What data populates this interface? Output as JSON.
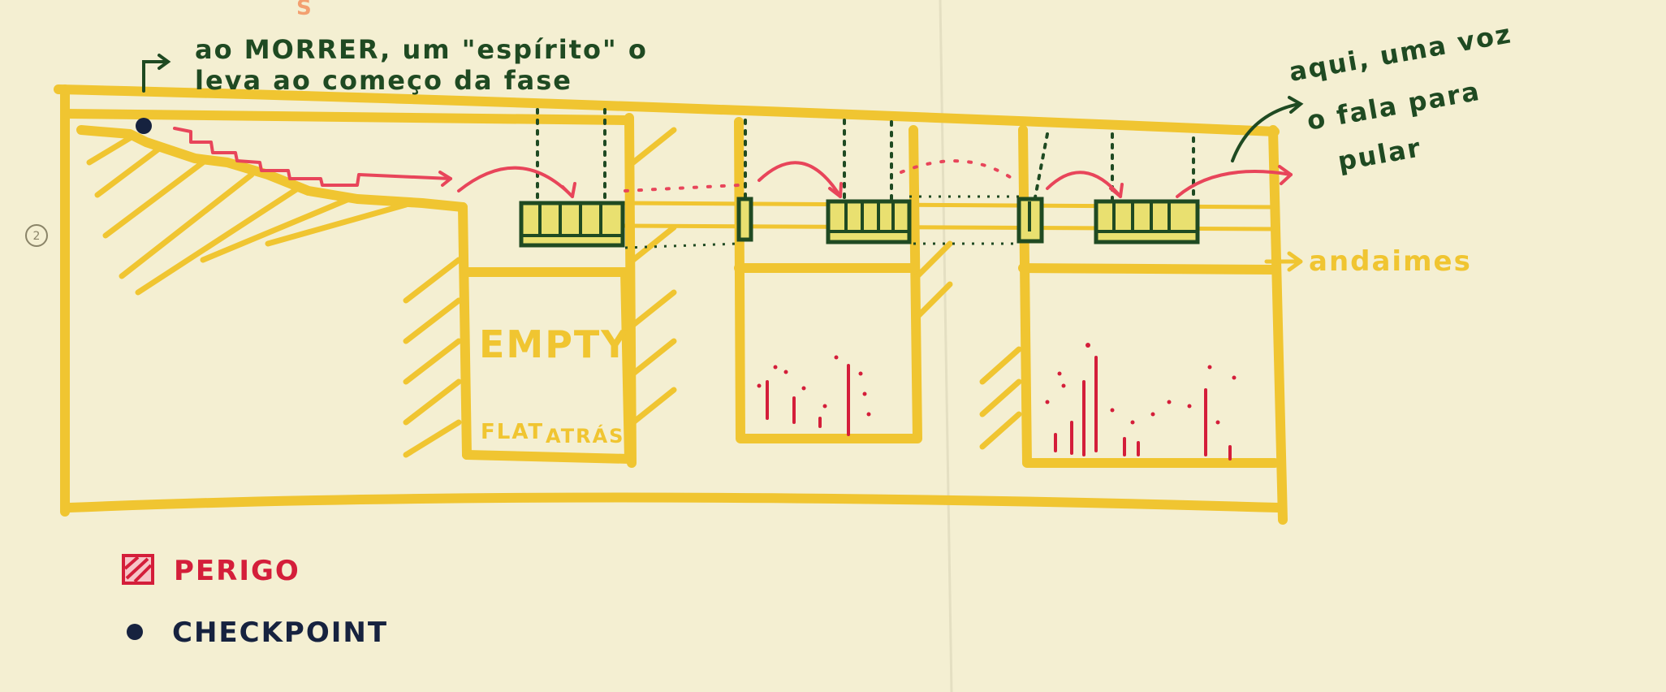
{
  "page_number": "2",
  "annotations": {
    "death_note": {
      "line1": "ao MORRER, um \"espírito\" o",
      "line2": "leva ao começo da fase"
    },
    "voice_note": {
      "line1": "aqui, uma voz",
      "line2": "o fala para",
      "line3": "pular"
    },
    "scaffold_label": "andaimes",
    "pit_label_1": "EMPTY",
    "pit_label_2": "FLAT",
    "pit_label_3": "ATRÁS",
    "top_mark": "S"
  },
  "legend": {
    "danger_label": "PERIGO",
    "checkpoint_label": "CHECKPOINT"
  },
  "colors": {
    "paper": "#f4efd2",
    "yellow": "#f0c531",
    "red": "#e8455a",
    "green": "#1f4a22",
    "navy": "#16223f",
    "crimson": "#d41e3a"
  }
}
